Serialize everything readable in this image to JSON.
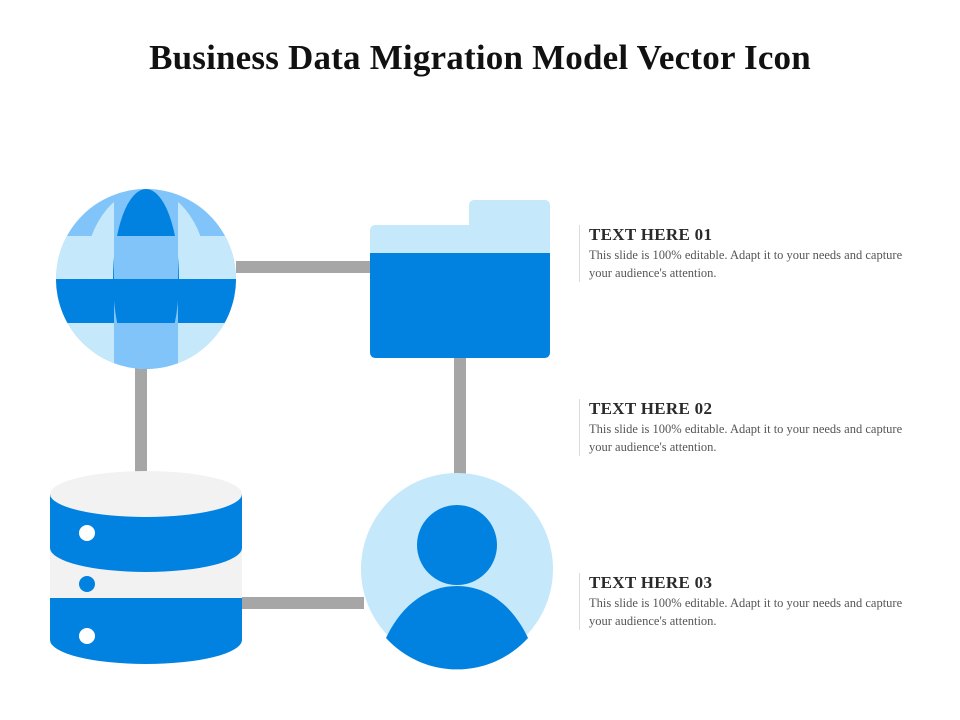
{
  "title": "Business Data Migration Model Vector Icon",
  "colors": {
    "primary_blue": "#0282e0",
    "medium_blue": "#80c4fa",
    "light_blue": "#c5e8fb",
    "connector_gray": "#a6a6a6",
    "database_gray": "#f2f2f2"
  },
  "icons": [
    "globe-icon",
    "folder-icon",
    "database-icon",
    "user-icon"
  ],
  "items": [
    {
      "heading": "TEXT HERE 01",
      "body": "This slide is 100% editable. Adapt it to your needs and capture your audience's attention."
    },
    {
      "heading": "TEXT HERE 02",
      "body": "This slide is 100% editable. Adapt it to your needs and capture your audience's attention."
    },
    {
      "heading": "TEXT HERE 03",
      "body": "This slide is 100% editable. Adapt it to your needs and capture your audience's attention."
    }
  ]
}
